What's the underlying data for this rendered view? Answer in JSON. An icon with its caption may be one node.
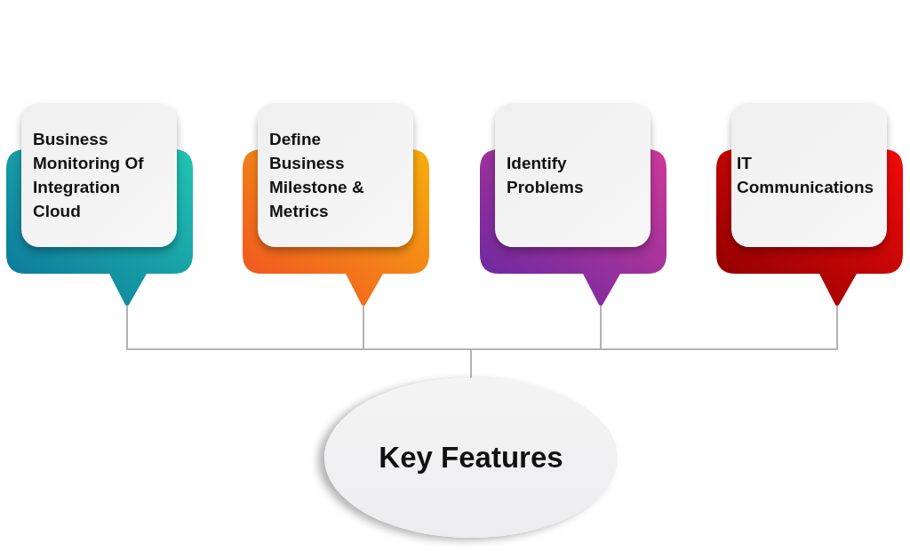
{
  "diagram": {
    "nodes": [
      {
        "text": [
          "Business Monitoring Of Integration Cloud"
        ]
      },
      {
        "text": [
          "Define Business Milestone & Metrics"
        ]
      },
      {
        "text": [
          "Identify Problems"
        ]
      },
      {
        "text": [
          "IT Communications"
        ]
      },
      {
        "text": [
          "Key Features"
        ]
      }
    ],
    "edges": [
      {
        "from": 4,
        "to": 0,
        "arrow": "none"
      },
      {
        "from": 4,
        "to": 1,
        "arrow": "none"
      },
      {
        "from": 4,
        "to": 2,
        "arrow": "none"
      },
      {
        "from": 4,
        "to": 3,
        "arrow": "none"
      }
    ]
  }
}
